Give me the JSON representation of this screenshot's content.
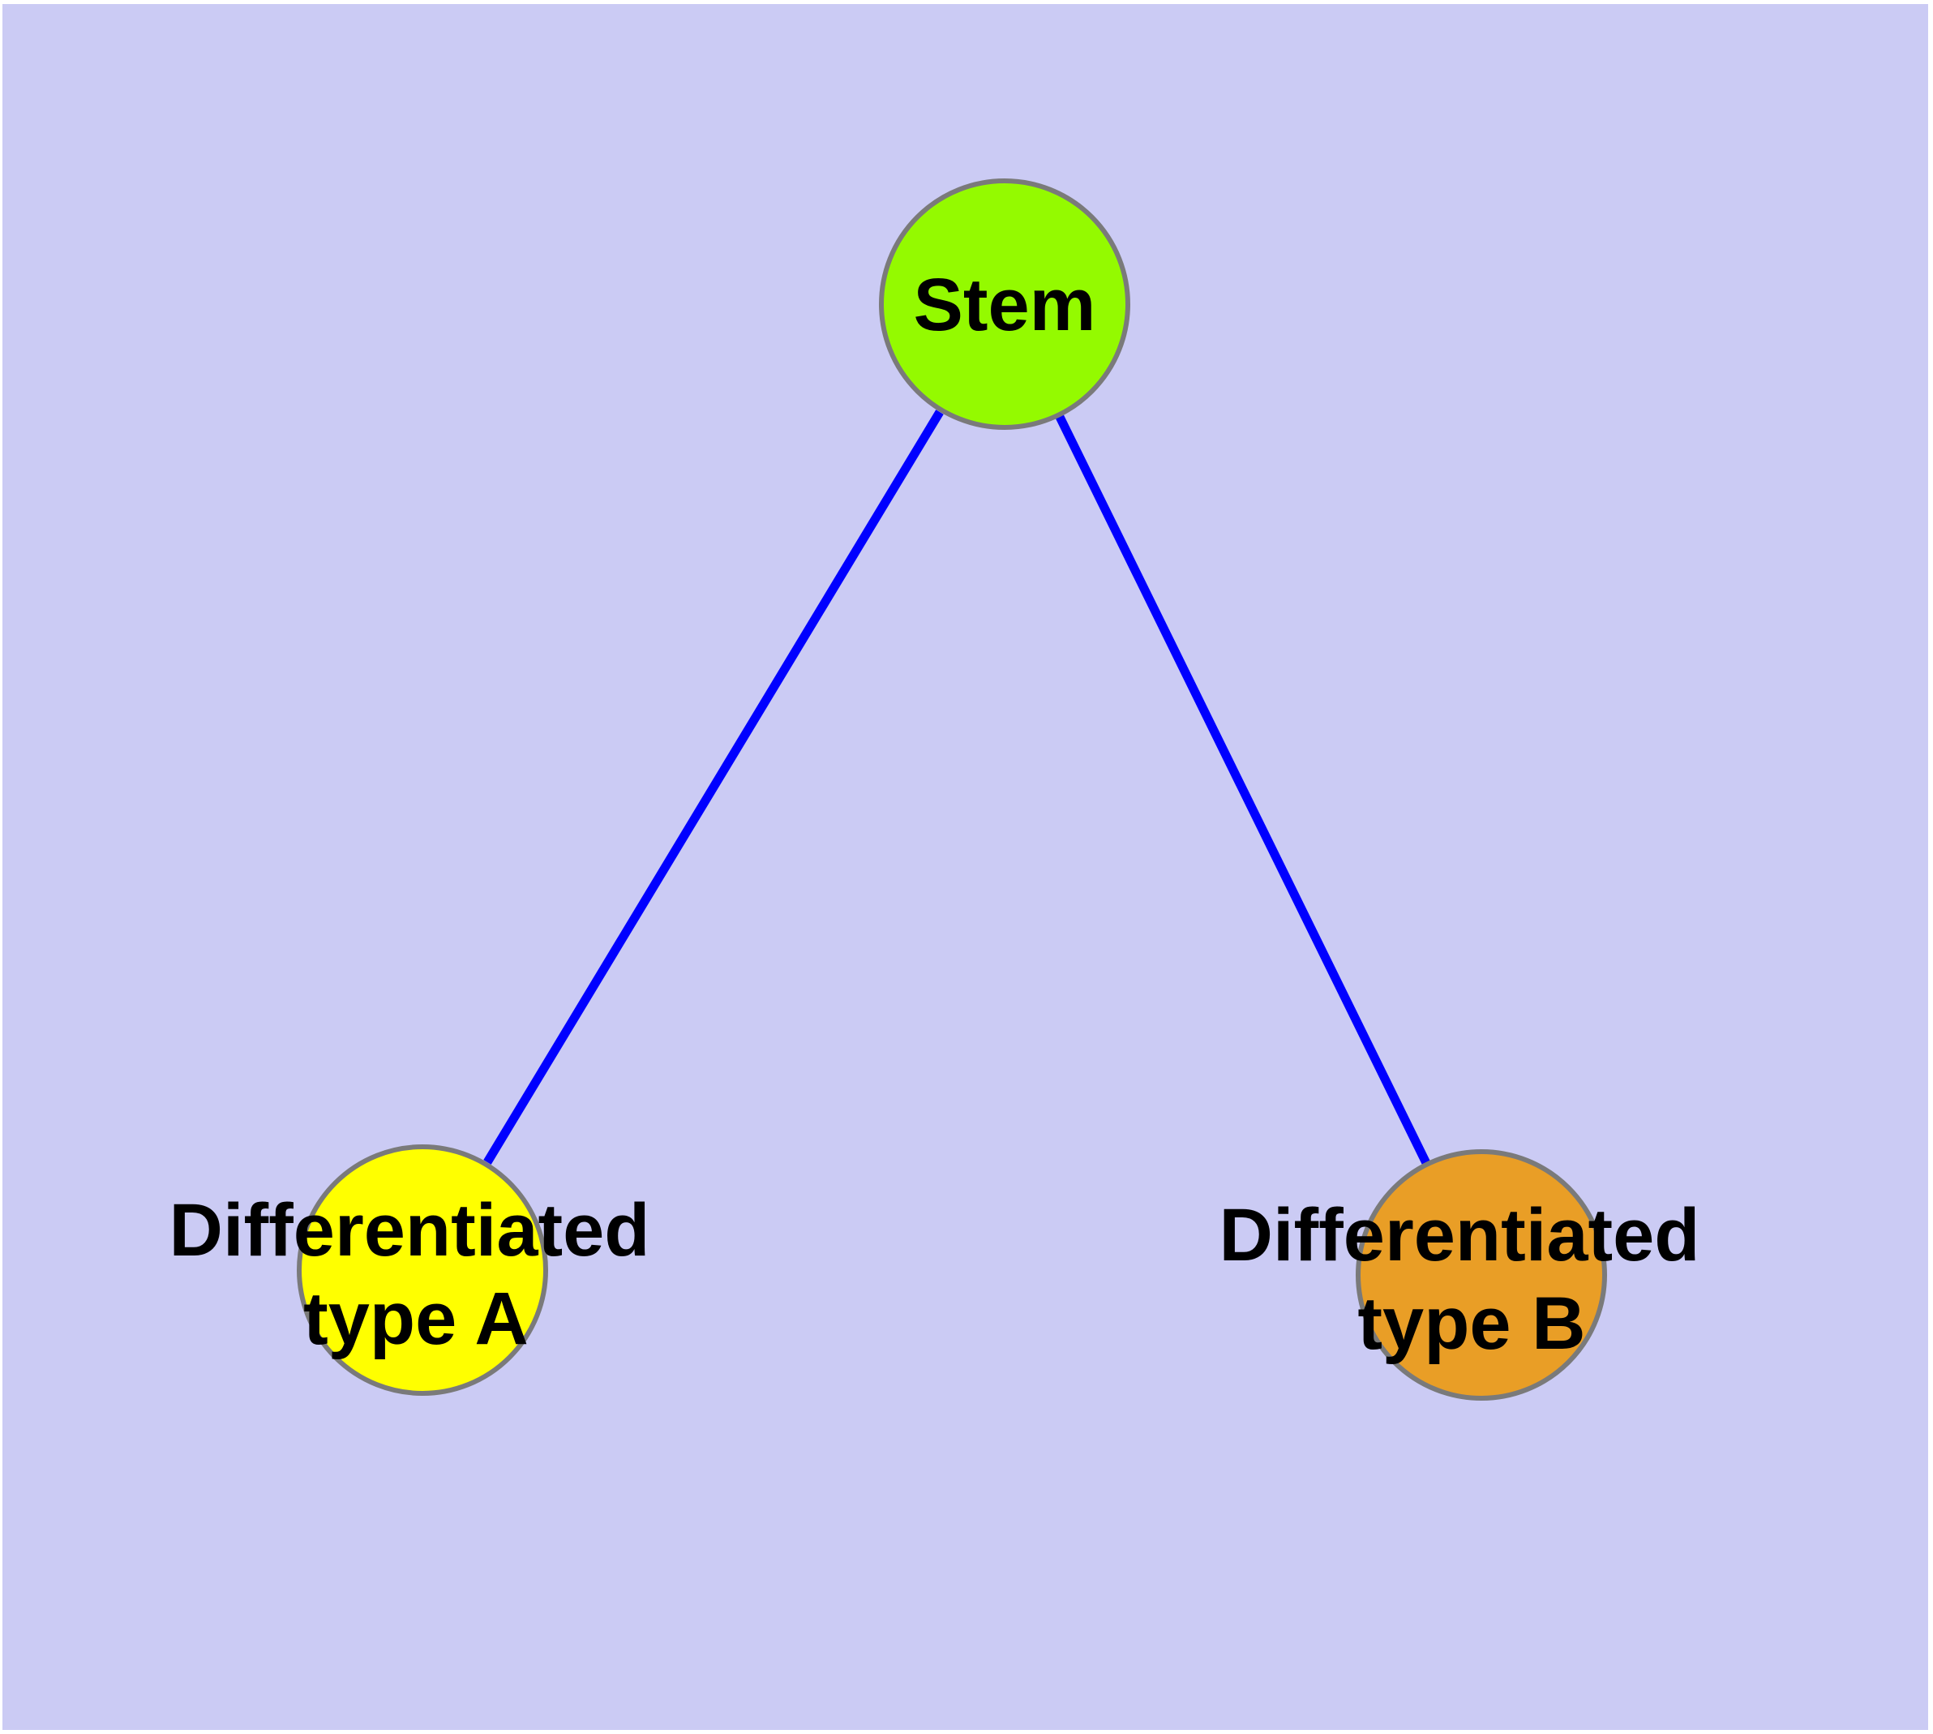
{
  "canvas": {
    "background_color": "#CBCBF4",
    "frame_color": "#FFFFFF"
  },
  "diagram": {
    "type": "node-link-graph",
    "description": "Stem cell differentiation diagram: one stem node with two edges leading to two differentiated cell type nodes",
    "edge_color": "#0000FF",
    "node_border_color": "#7A7A7A",
    "label_color": "#000000",
    "nodes": [
      {
        "id": "stem",
        "label": "Stem",
        "fill": "#94FA00"
      },
      {
        "id": "differentiated-type-a",
        "label_line1": "Differentiated",
        "label_line2": "type A",
        "fill": "#FFFF00"
      },
      {
        "id": "differentiated-type-b",
        "label_line1": "Differentiated",
        "label_line2": "type B",
        "fill": "#E99E26"
      }
    ],
    "edges": [
      {
        "from": "stem",
        "to": "differentiated-type-a"
      },
      {
        "from": "stem",
        "to": "differentiated-type-b"
      }
    ]
  }
}
